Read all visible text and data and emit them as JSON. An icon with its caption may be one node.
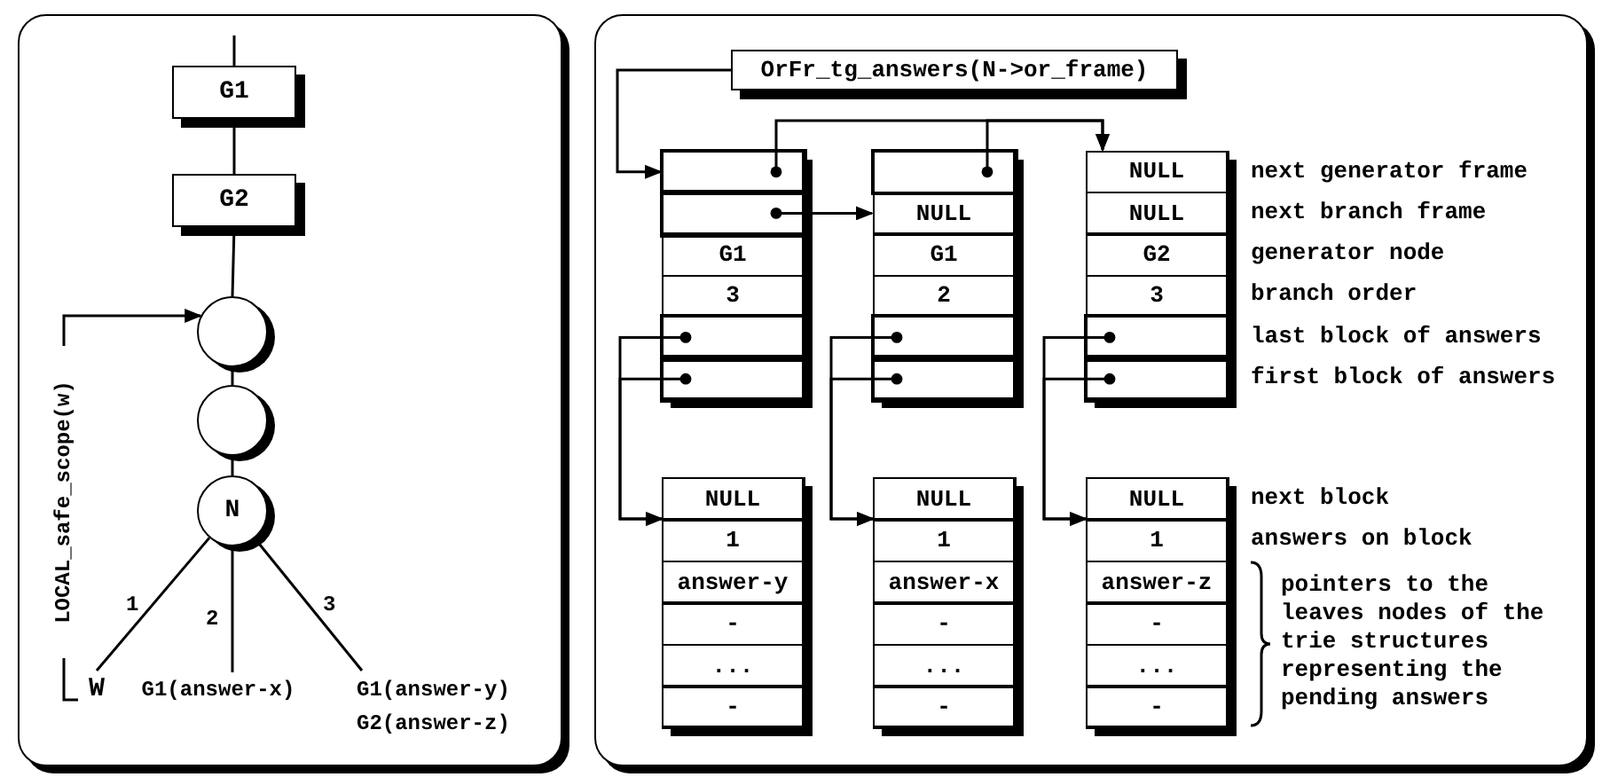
{
  "diagram": {
    "nodes": [
      {
        "text": [
          "G1"
        ]
      },
      {
        "text": [
          "G2"
        ]
      },
      {
        "text": [],
        "shape": "circle"
      },
      {
        "text": [],
        "shape": "circle"
      },
      {
        "text": [
          "N"
        ]
      },
      {
        "text": [
          "LOCAL_safe_scope(w)"
        ]
      },
      {
        "text": [
          "W"
        ]
      },
      {
        "text": [
          "G1(answer-x)"
        ]
      },
      {
        "text": [
          "G1(answer-y)",
          "G2(answer-z)"
        ]
      },
      {
        "text": [
          "OrFr_tg_answers(N->or_frame)"
        ]
      },
      {
        "text": [],
        "shape": "box"
      },
      {
        "text": [],
        "shape": "box",
        "in": 10
      },
      {
        "text": [],
        "shape": "box",
        "in": 10
      },
      {
        "text": [
          "G1"
        ],
        "in": 10
      },
      {
        "text": [
          "3"
        ],
        "in": 10
      },
      {
        "text": [],
        "shape": "box",
        "in": 10
      },
      {
        "text": [],
        "shape": "box",
        "in": 10
      },
      {
        "text": [],
        "shape": "box"
      },
      {
        "text": [],
        "shape": "box",
        "in": 17
      },
      {
        "text": [
          "NULL"
        ],
        "in": 17
      },
      {
        "text": [
          "G1"
        ],
        "in": 17
      },
      {
        "text": [
          "2"
        ],
        "in": 17
      },
      {
        "text": [],
        "shape": "box",
        "in": 17
      },
      {
        "text": [],
        "shape": "box",
        "in": 17
      },
      {
        "text": [],
        "shape": "box"
      },
      {
        "text": [
          "NULL"
        ],
        "in": 24
      },
      {
        "text": [
          "NULL"
        ],
        "in": 24
      },
      {
        "text": [
          "G2"
        ],
        "in": 24
      },
      {
        "text": [
          "3"
        ],
        "in": 24
      },
      {
        "text": [],
        "shape": "box",
        "in": 24
      },
      {
        "text": [],
        "shape": "box",
        "in": 24
      },
      {
        "text": [],
        "shape": "box"
      },
      {
        "text": [
          "NULL"
        ],
        "in": 31
      },
      {
        "text": [
          "1"
        ],
        "in": 31
      },
      {
        "text": [
          "answer-y"
        ],
        "in": 31
      },
      {
        "text": [
          "-"
        ],
        "in": 31
      },
      {
        "text": [
          "..."
        ],
        "in": 31
      },
      {
        "text": [
          "-"
        ],
        "in": 31
      },
      {
        "text": [],
        "shape": "box"
      },
      {
        "text": [
          "NULL"
        ],
        "in": 38
      },
      {
        "text": [
          "1"
        ],
        "in": 38
      },
      {
        "text": [
          "answer-x"
        ],
        "in": 38
      },
      {
        "text": [
          "-"
        ],
        "in": 38
      },
      {
        "text": [
          "..."
        ],
        "in": 38
      },
      {
        "text": [
          "-"
        ],
        "in": 38
      },
      {
        "text": [],
        "shape": "box"
      },
      {
        "text": [
          "NULL"
        ],
        "in": 45
      },
      {
        "text": [
          "1"
        ],
        "in": 45
      },
      {
        "text": [
          "answer-z"
        ],
        "in": 45
      },
      {
        "text": [
          "-"
        ],
        "in": 45
      },
      {
        "text": [
          "..."
        ],
        "in": 45
      },
      {
        "text": [
          "-"
        ],
        "in": 45
      }
    ],
    "edges": [
      {
        "from": null,
        "to": 0,
        "arrow": "none"
      },
      {
        "from": 0,
        "to": 1,
        "arrow": "none"
      },
      {
        "from": 1,
        "to": 2,
        "arrow": "none"
      },
      {
        "from": 2,
        "to": 3,
        "arrow": "none"
      },
      {
        "from": 3,
        "to": 4,
        "arrow": "none"
      },
      {
        "from": 4,
        "to": 6,
        "arrow": "none",
        "label": "1"
      },
      {
        "from": 4,
        "to": 7,
        "arrow": "none",
        "label": "2"
      },
      {
        "from": 4,
        "to": 8,
        "arrow": "none",
        "label": "3"
      },
      {
        "from": 5,
        "to": 2,
        "arrow": "to"
      },
      {
        "from": 5,
        "to": 6,
        "arrow": "none"
      },
      {
        "from": 9,
        "to": 11,
        "arrow": "to"
      },
      {
        "from": 11,
        "to": 25,
        "arrow": "to"
      },
      {
        "from": 18,
        "to": 25,
        "arrow": "to"
      },
      {
        "from": 12,
        "to": 19,
        "arrow": "to"
      },
      {
        "from": 15,
        "to": 31,
        "arrow": "to"
      },
      {
        "from": 16,
        "to": 31,
        "arrow": "to"
      },
      {
        "from": 22,
        "to": 38,
        "arrow": "to"
      },
      {
        "from": 23,
        "to": 38,
        "arrow": "to"
      },
      {
        "from": 29,
        "to": 45,
        "arrow": "to"
      },
      {
        "from": 30,
        "to": 45,
        "arrow": "to"
      }
    ],
    "labels": [
      "next generator frame",
      "next branch frame",
      "generator node",
      "branch order",
      "last block of answers",
      "first block of answers",
      "next block",
      "answers on block",
      "pointers to the leaves nodes of the trie structures representing the pending answers"
    ]
  }
}
